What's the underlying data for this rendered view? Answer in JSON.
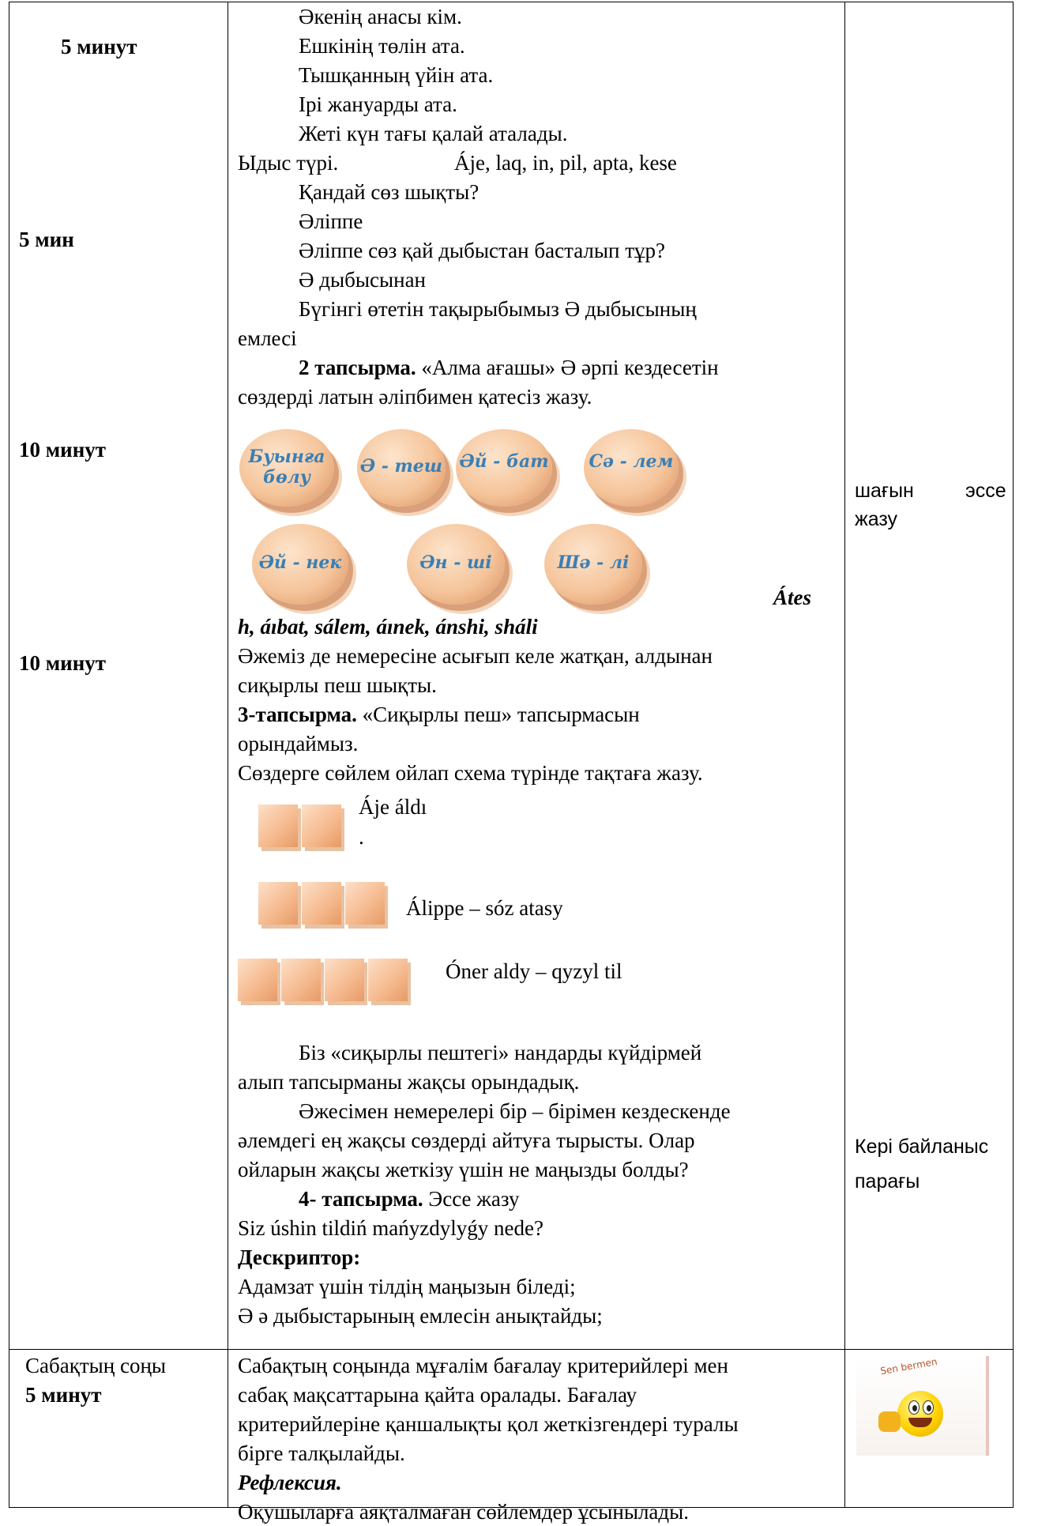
{
  "col1": {
    "t1": "5 минут",
    "t2": "5 мин",
    "t3": "10 минут",
    "t4": "10 минут"
  },
  "main": {
    "lines": [
      "Әкенің анасы кім.",
      "Ешкінің төлін ата.",
      "Тышқанның үйін ата.",
      "Ірі жануарды ата.",
      "Жеті күн тағы қалай аталады."
    ],
    "idys": "Ыдыс түрі.",
    "latin_words": "Áje, laq, in, pil, apta, kese",
    "q1": "Қандай сөз шықты?",
    "a1": "Әліппе",
    "q2": "Әліппе сөз қай дыбыстан басталып тұр?",
    "a2": "Ә дыбысынан",
    "topic_1": "Бүгінгі өтетін тақырыбымыз Ә дыбысының",
    "topic_2": "емлесі",
    "task2_label": "2 тапсырма.",
    "task2_text": "«Алма ағашы» Ә әрпі кездесетін",
    "task2_text2": "сөздерді латын әліпбимен қатесіз жазу.",
    "eggs": [
      "Буынға бөлу",
      "Ә - теш",
      "Әй - бат",
      "Сә - лем",
      "Әй - нек",
      "Ән - ші",
      "Шә - лі"
    ],
    "answer_1": "Átes",
    "answer_2": "h, áıbat, sálem, áınek, ánshi, sháli",
    "p1": "Әжеміз де немересіне асығып келе жатқан, алдынан",
    "p2": "сиқырлы пеш шықты.",
    "task3_label": "3-тапсырма.",
    "task3_text": "«Сиқырлы пеш» тапсырмасын",
    "task3_text2": "орындаймыз.",
    "task3_instr": "Сөздерге сөйлем ойлап схема түрінде тақтаға жазу.",
    "s1": "Áje áldı",
    "s1_dot": ".",
    "s2": "Álippe – sóz atasy",
    "s3": "Óner aldy – qyzyl til",
    "p3": "Біз «сиқырлы пештегі» нандарды күйдірмей",
    "p4": "алып тапсырманы жақсы орындадық.",
    "p5": "Әжесімен немерелері бір – бірімен кездескенде",
    "p6": "әлемдегі ең жақсы сөздерді айтуға тырысты. Олар",
    "p7": "ойларын жақсы жеткізу үшін не маңызды болды?",
    "task4_label": "4- тапсырма.",
    "task4_text": "Эссе жазу",
    "q4": "Siz úshin tildiń mańyzdylyǵy nede?",
    "descriptor_label": "Дескриптор:",
    "d1": "Адамзат үшін тілдің маңызын біледі;",
    "d2": "Ә ә дыбыстарының емлесін анықтайды;"
  },
  "col3": {
    "r1a": "шағын",
    "r1b": "эссе",
    "r1c": "жазу",
    "r2a": "Кері байланыс",
    "r2b": "парағы"
  },
  "end": {
    "label": "Сабақтың соңы",
    "time": "5 минут",
    "l1": "Сабақтың соңында мұғалім бағалау критерийлері мен",
    "l2": "сабақ мақсаттарына қайта оралады. Бағалау",
    "l3": "критерийлеріне қаншалықты қол жеткізгендері туралы",
    "l4": "бірге талқылайды.",
    "refl": "Рефлексия.",
    "l5": "Оқушыларға аяқталмаған сөйлемдер ұсынылады.",
    "card_caption": "Sen bermen"
  }
}
